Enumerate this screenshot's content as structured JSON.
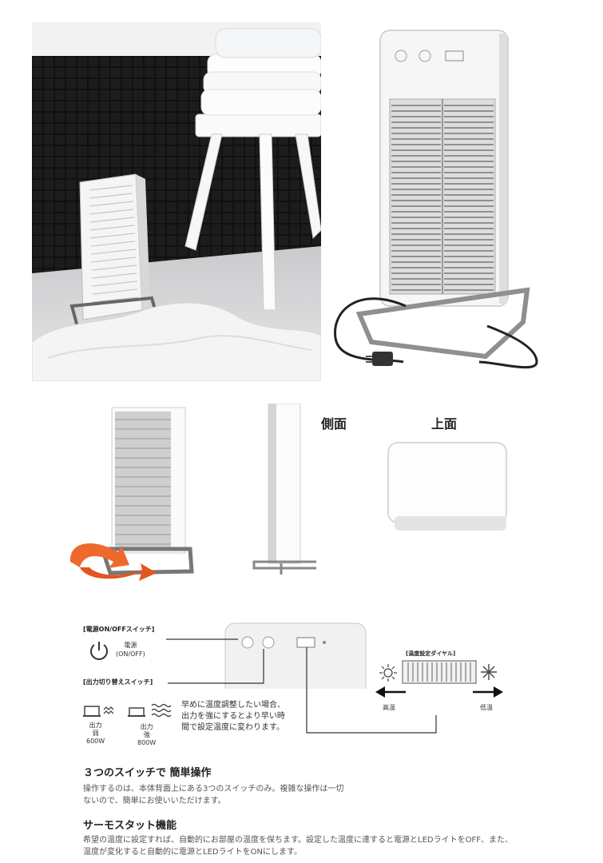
{
  "views": {
    "side_label": "側面",
    "top_label": "上面"
  },
  "switches": {
    "power_tag": "[電源ON/OFFスイッチ]",
    "power_caption": "電源\n(ON/OFF)",
    "output_tag": "[出力切り替えスイッチ]",
    "low_caption": "出力\n弱\n600W",
    "high_caption": "出力\n強\n800W",
    "output_note": "早めに温度調整したい場合、出力を強にするとより早い時間で設定温度に変わります。",
    "dial_tag": "[温度設定ダイヤル]",
    "hot_label": "高温",
    "cold_label": "低温"
  },
  "sections": {
    "ops_heading": "３つのスイッチで 簡単操作",
    "ops_text": "操作するのは、本体背面上にある3つのスイッチのみ。複雑な操作は一切ないので、簡単にお使いいただけます。",
    "thermo_heading": "サーモスタット機能",
    "thermo_text": "希望の温度に設定すれば、自動的にお部屋の温度を保ちます。設定した温度に達すると電源とLEDライトをOFF、また、温度が変化すると自動的に電源とLEDライトをONにします。"
  }
}
